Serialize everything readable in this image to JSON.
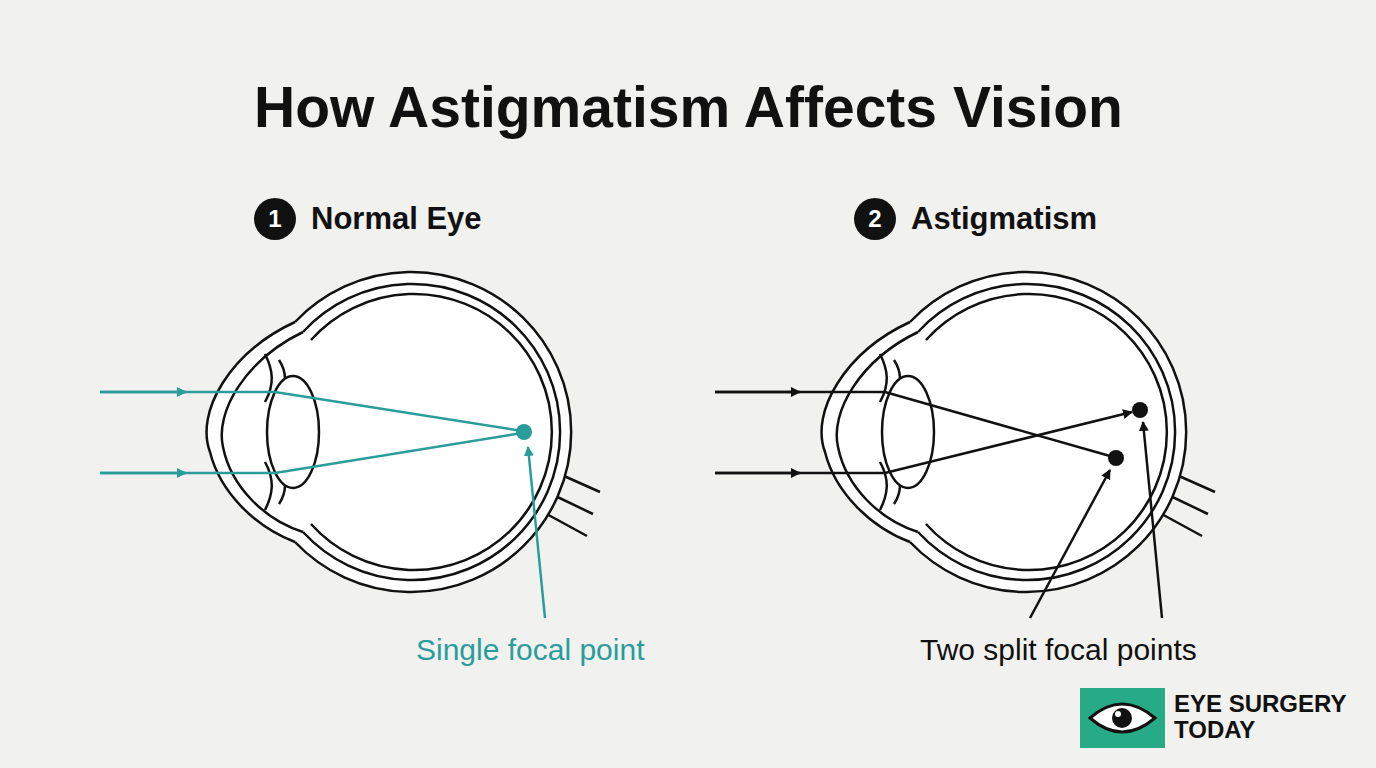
{
  "diagram": {
    "title": "How Astigmatism Affects Vision",
    "nodes": [
      {
        "text": [
          "1",
          "Normal Eye"
        ]
      },
      {
        "text": [
          "2",
          "Astigmatism"
        ]
      }
    ],
    "labels": [
      "Single focal point",
      "Two split focal points",
      "EYE SURGERY TODAY"
    ]
  }
}
